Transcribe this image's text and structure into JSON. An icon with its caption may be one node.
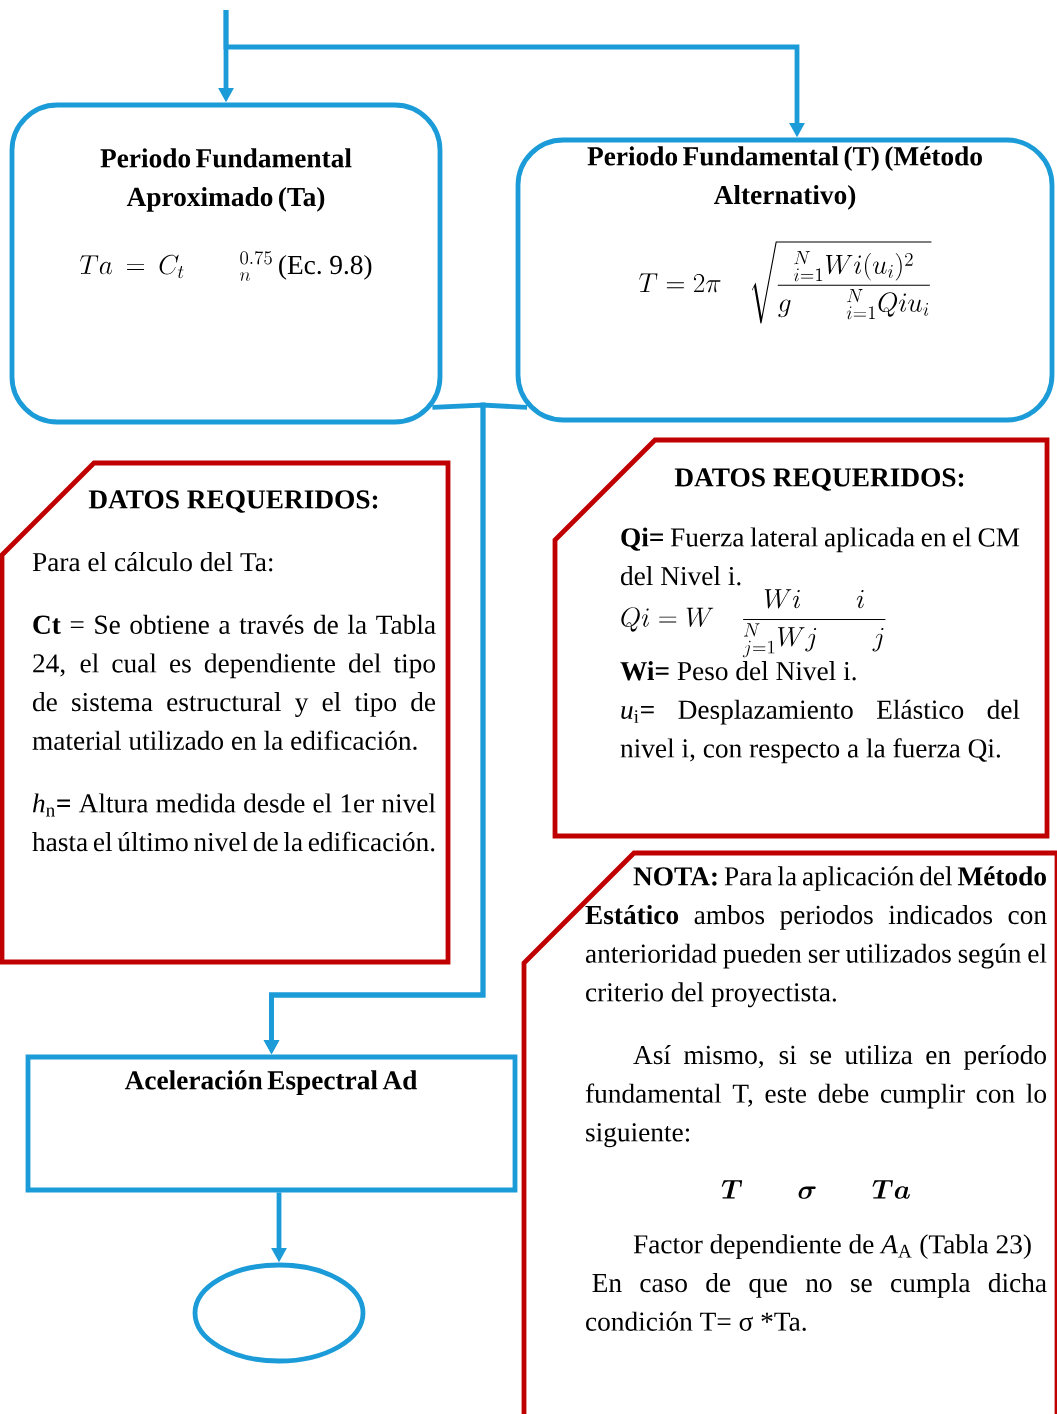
{
  "diagram": {
    "nodes": [
      {
        "text": [
          "Periodo Fundamental Aproximado (Ta)",
          "Ta = C_t \\qquad {}_{n}^{0.75}",
          "(Ec. 9.8)"
        ]
      },
      {
        "text": [
          "Periodo Fundamental (T) (Método Alternativo)",
          "T = 2\\pi \\quad \\sqrt{\\frac{{}_{i=1}^{N} Wi(u_i)^2}{g \\qquad {}_{i=1}^{N} Qiu_i}}"
        ]
      },
      {
        "text": [
          "DATOS REQUERIDOS:",
          "Para el cálculo del Ta:",
          "**Ct** = Se obtiene a través de la Tabla 24, el cual es dependiente del tipo de sistema estructural y el tipo de material utilizado en la edificación.",
          "*h*$_{n}$**=** Altura medida desde el 1er nivel hasta el último nivel de la edificación."
        ]
      },
      {
        "text": [
          "DATOS REQUERIDOS:",
          "**Qi=** Fuerza lateral aplicada en el CM del Nivel i.",
          "Qi = W \\quad \\frac{Wi \\qquad i}{{}_{j=1}^{N} Wj \\qquad j}",
          "**Wi=** Peso del Nivel i.",
          "*u*$_{i}$**=** Desplazamiento Elástico del nivel i, con respecto a la fuerza Qi."
        ]
      },
      {
        "text": [
          "**NOTA:** Para la aplicación del **Método Estático** ambos periodos indicados con anterioridad pueden ser utilizados según el criterio del proyectista.",
          "Así mismo, si se utiliza en período fundamental T, este debe cumplir con lo siguiente:",
          "\\boldsymbol{T \\qquad \\sigma \\qquad Ta}",
          "Factor dependiente de *A*$_{A}$ (Tabla 23)",
          "En caso de que no se cumpla dicha condición T= σ *Ta."
        ]
      },
      {
        "text": [
          "Aceleración Espectral Ad"
        ]
      },
      {
        "text": [],
        "shape": "ellipse"
      }
    ],
    "edges": [
      {
        "from": null,
        "to": 0,
        "arrow": "to"
      },
      {
        "from": null,
        "to": 1,
        "arrow": "to"
      },
      {
        "from": 0,
        "to": 5,
        "arrow": "to"
      },
      {
        "from": 1,
        "to": 5,
        "arrow": "to"
      },
      {
        "from": 5,
        "to": 6,
        "arrow": "to"
      }
    ]
  }
}
